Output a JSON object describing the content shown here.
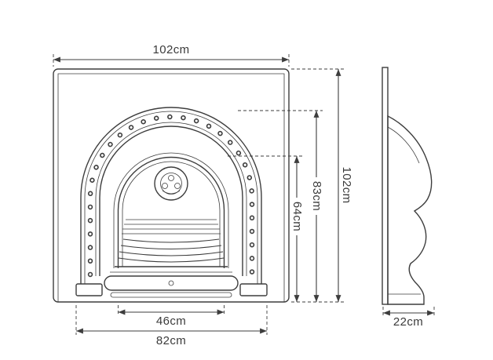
{
  "diagram": {
    "type": "fireplace-insert-dimension-drawing",
    "line_color": "#3d3d3d",
    "background": "#ffffff",
    "views": {
      "front": {
        "name": "front elevation",
        "dimensions": {
          "overall_width": "102cm",
          "overall_height": "102cm",
          "arch_height": "83cm",
          "opening_height": "64cm",
          "opening_width": "46cm",
          "base_width": "82cm"
        }
      },
      "side": {
        "name": "side profile",
        "dimensions": {
          "depth": "22cm"
        }
      }
    }
  }
}
